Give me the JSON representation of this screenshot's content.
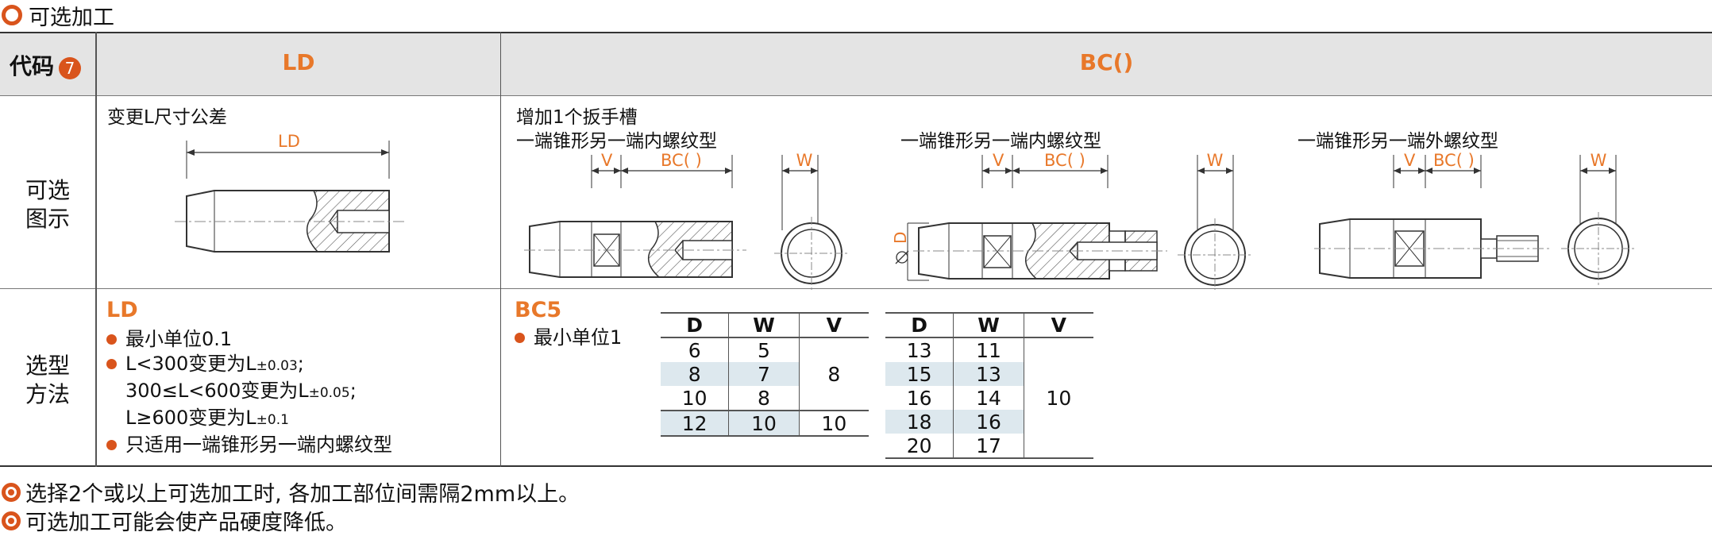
{
  "title": "可选加工",
  "header": {
    "code_label": "代码",
    "badge_num": "7",
    "col_ld": "LD",
    "col_bc": "BC()"
  },
  "rows": {
    "figure_label": "可选\n图示",
    "method_label": "选型\n方法"
  },
  "ld_figure": {
    "caption": "变更L尺寸公差",
    "dim_label": "LD"
  },
  "bc_figure": {
    "caption": "增加1个扳手槽",
    "sub1": "一端锥形另一端内螺纹型",
    "sub2": "一端锥形另一端内螺纹型",
    "sub3": "一端锥形另一端外螺纹型",
    "v": "V",
    "bc": "BC( )",
    "w": "W",
    "d": "D"
  },
  "ld_method": {
    "code": "LD",
    "b1": "最小单位0.1",
    "b2_a": "L<300变更为L",
    "b2_a_tol": "±0.03",
    "b2_b": "300≤L<600变更为L",
    "b2_b_tol": "±0.05",
    "b2_c": "L≥600变更为L",
    "b2_c_tol": "±0.1",
    "b3": "只适用一端锥形另一端内螺纹型"
  },
  "bc_method": {
    "code": "BC5",
    "b1": "最小单位1"
  },
  "table1": {
    "headers": [
      "D",
      "W",
      "V"
    ],
    "rows": [
      [
        "6",
        "5"
      ],
      [
        "8",
        "7"
      ],
      [
        "10",
        "8"
      ],
      [
        "12",
        "10"
      ]
    ],
    "v_merged": "8",
    "v_last": "10"
  },
  "table2": {
    "headers": [
      "D",
      "W",
      "V"
    ],
    "rows": [
      [
        "13",
        "11"
      ],
      [
        "15",
        "13"
      ],
      [
        "16",
        "14"
      ],
      [
        "18",
        "16"
      ],
      [
        "20",
        "17"
      ]
    ],
    "v_merged": "10"
  },
  "notes": [
    "选择2个或以上可选加工时, 各加工部位间需隔2mm以上。",
    "可选加工可能会使产品硬度降低。"
  ],
  "colors": {
    "accent": "#e8782a",
    "bullet": "#d9541c",
    "header_bg": "#e4e4e4",
    "row_highlight": "#dde8ee"
  }
}
